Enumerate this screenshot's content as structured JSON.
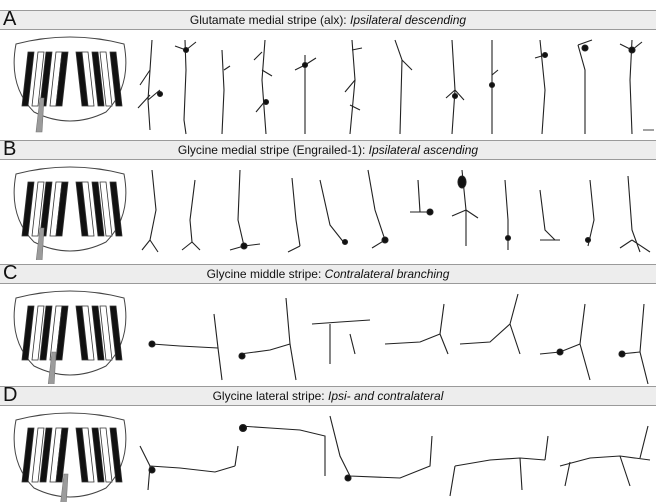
{
  "panels": [
    {
      "letter": "A",
      "title_prefix": "Glutamate medial stripe (alx):",
      "title_italic": "Ipsilateral descending",
      "arrow_stripe": 3
    },
    {
      "letter": "B",
      "title_prefix": "Glycine medial stripe (Engrailed-1):",
      "title_italic": "Ipsilateral ascending",
      "arrow_stripe": 3
    },
    {
      "letter": "C",
      "title_prefix": "Glycine middle stripe:",
      "title_italic": "Contralateral branching",
      "arrow_stripe": 2
    },
    {
      "letter": "D",
      "title_prefix": "Glycine lateral stripe:",
      "title_italic": "Ipsi- and contralateral",
      "arrow_stripe": 1
    }
  ],
  "colors": {
    "stripe_dark": "#111111",
    "arrow": "#9b9b9b",
    "header_bg": "#ededed",
    "neuron": "#222222"
  }
}
